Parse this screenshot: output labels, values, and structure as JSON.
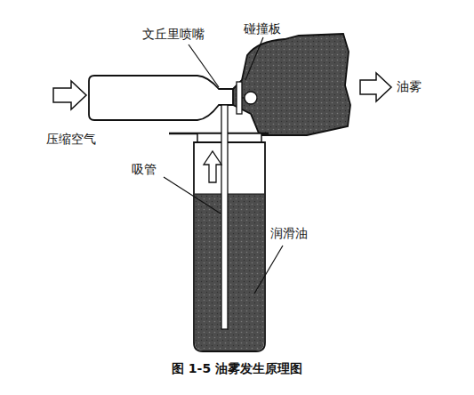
{
  "diagram": {
    "caption": "图 1-5 油雾发生原理图",
    "labels": [
      "文丘里喷嘴",
      "碰撞板",
      "压缩空气",
      "油雾",
      "吸管",
      "润滑油"
    ]
  }
}
